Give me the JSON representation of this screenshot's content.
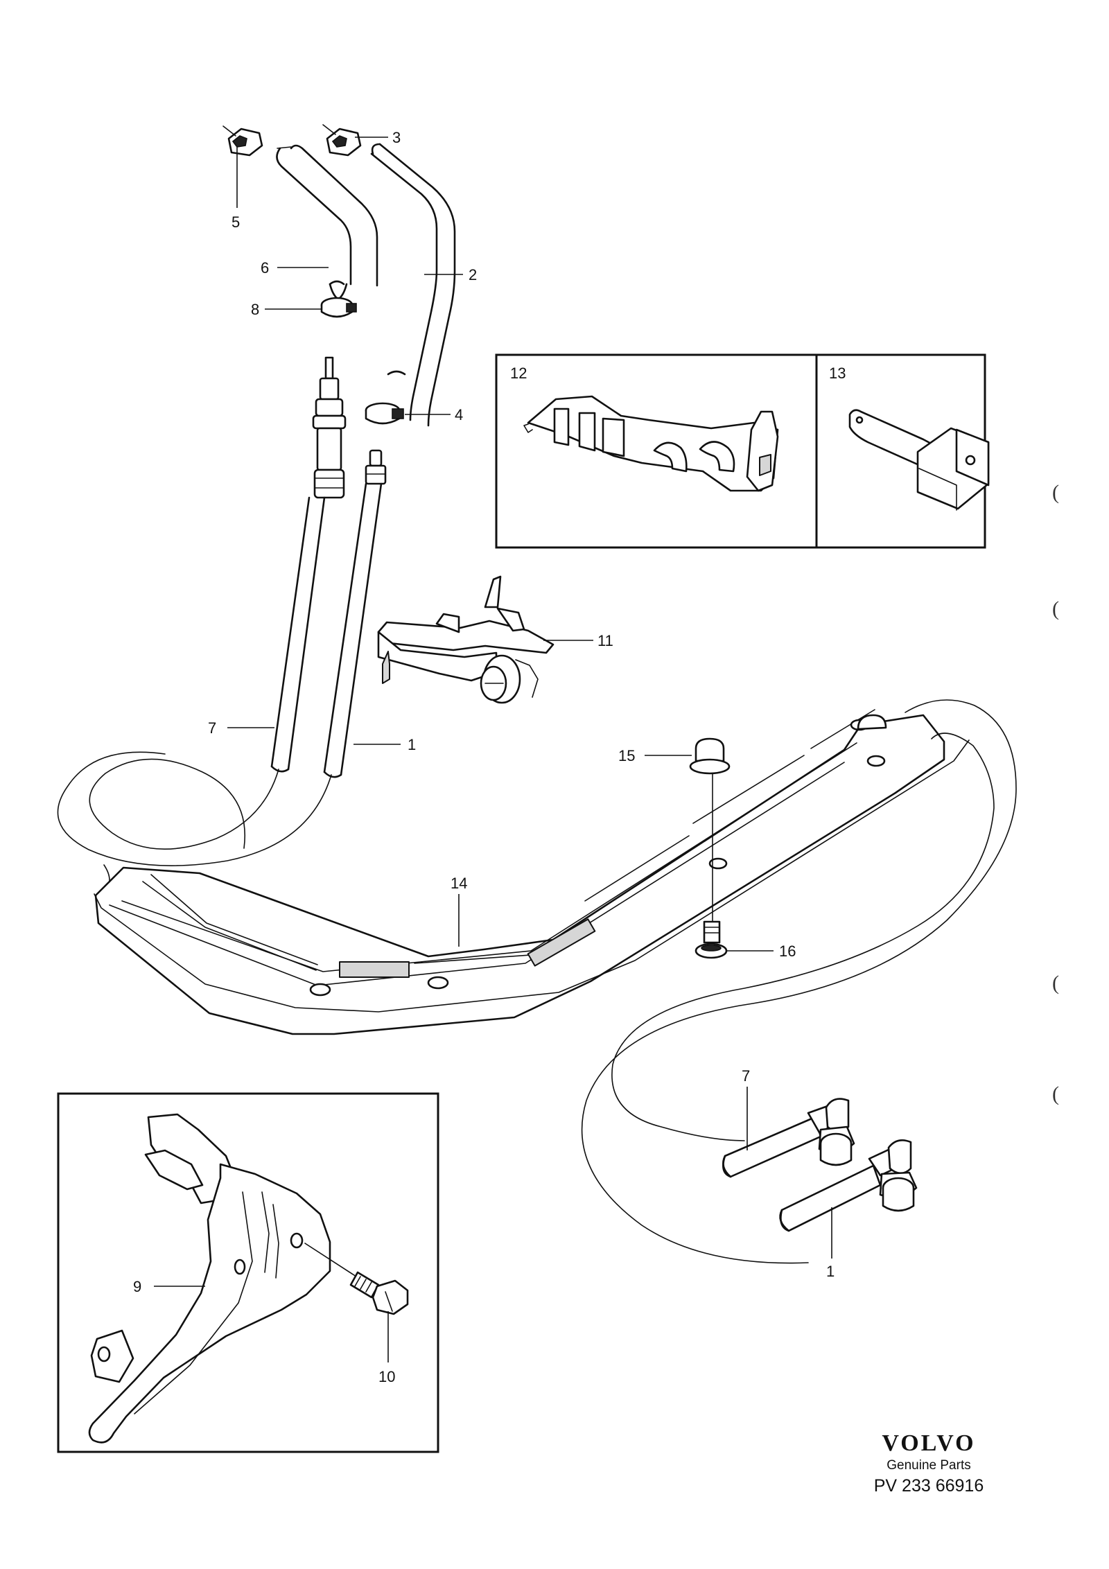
{
  "callouts": [
    {
      "id": "c3",
      "text": "3"
    },
    {
      "id": "c5",
      "text": "5"
    },
    {
      "id": "c6",
      "text": "6"
    },
    {
      "id": "c2",
      "text": "2"
    },
    {
      "id": "c8",
      "text": "8"
    },
    {
      "id": "c4",
      "text": "4"
    },
    {
      "id": "c12",
      "text": "12"
    },
    {
      "id": "c13",
      "text": "13"
    },
    {
      "id": "c11",
      "text": "11"
    },
    {
      "id": "c7a",
      "text": "7"
    },
    {
      "id": "c1a",
      "text": "1"
    },
    {
      "id": "c15",
      "text": "15"
    },
    {
      "id": "c14",
      "text": "14"
    },
    {
      "id": "c16",
      "text": "16"
    },
    {
      "id": "c7b",
      "text": "7"
    },
    {
      "id": "c1b",
      "text": "1"
    },
    {
      "id": "c9",
      "text": "9"
    },
    {
      "id": "c10",
      "text": "10"
    }
  ],
  "brand": {
    "logo": "VOLVO",
    "subtitle": "Genuine Parts",
    "diagram_number": "PV 233 66916"
  },
  "margin_marks": [
    "(",
    "(",
    "(",
    "("
  ]
}
